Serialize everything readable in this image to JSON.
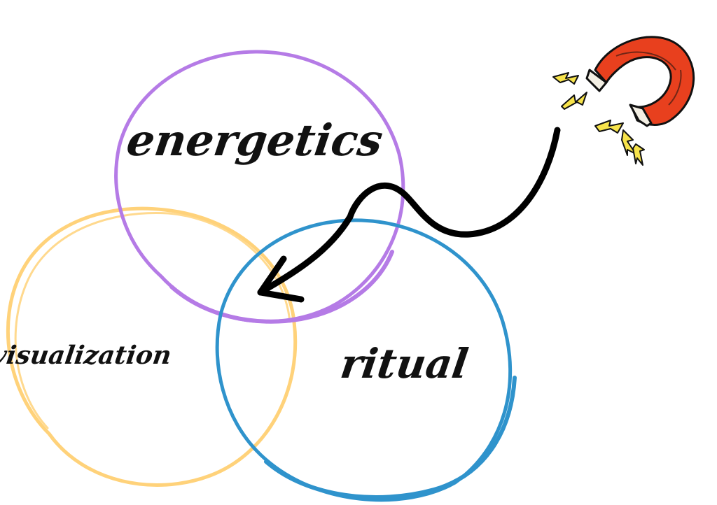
{
  "diagram": {
    "circles": [
      {
        "id": "energetics",
        "label": "energetics",
        "color": "#B57BE6"
      },
      {
        "id": "visualization",
        "label": "visualization",
        "color": "#FFD27A"
      },
      {
        "id": "ritual",
        "label": "ritual",
        "color": "#2F93CC"
      }
    ],
    "arrow_color": "#000000",
    "magnet": {
      "icon": "magnet-icon",
      "body_color": "#E8401E",
      "tip_color": "#F3EFE4",
      "spark_color": "#F7E34B"
    }
  }
}
